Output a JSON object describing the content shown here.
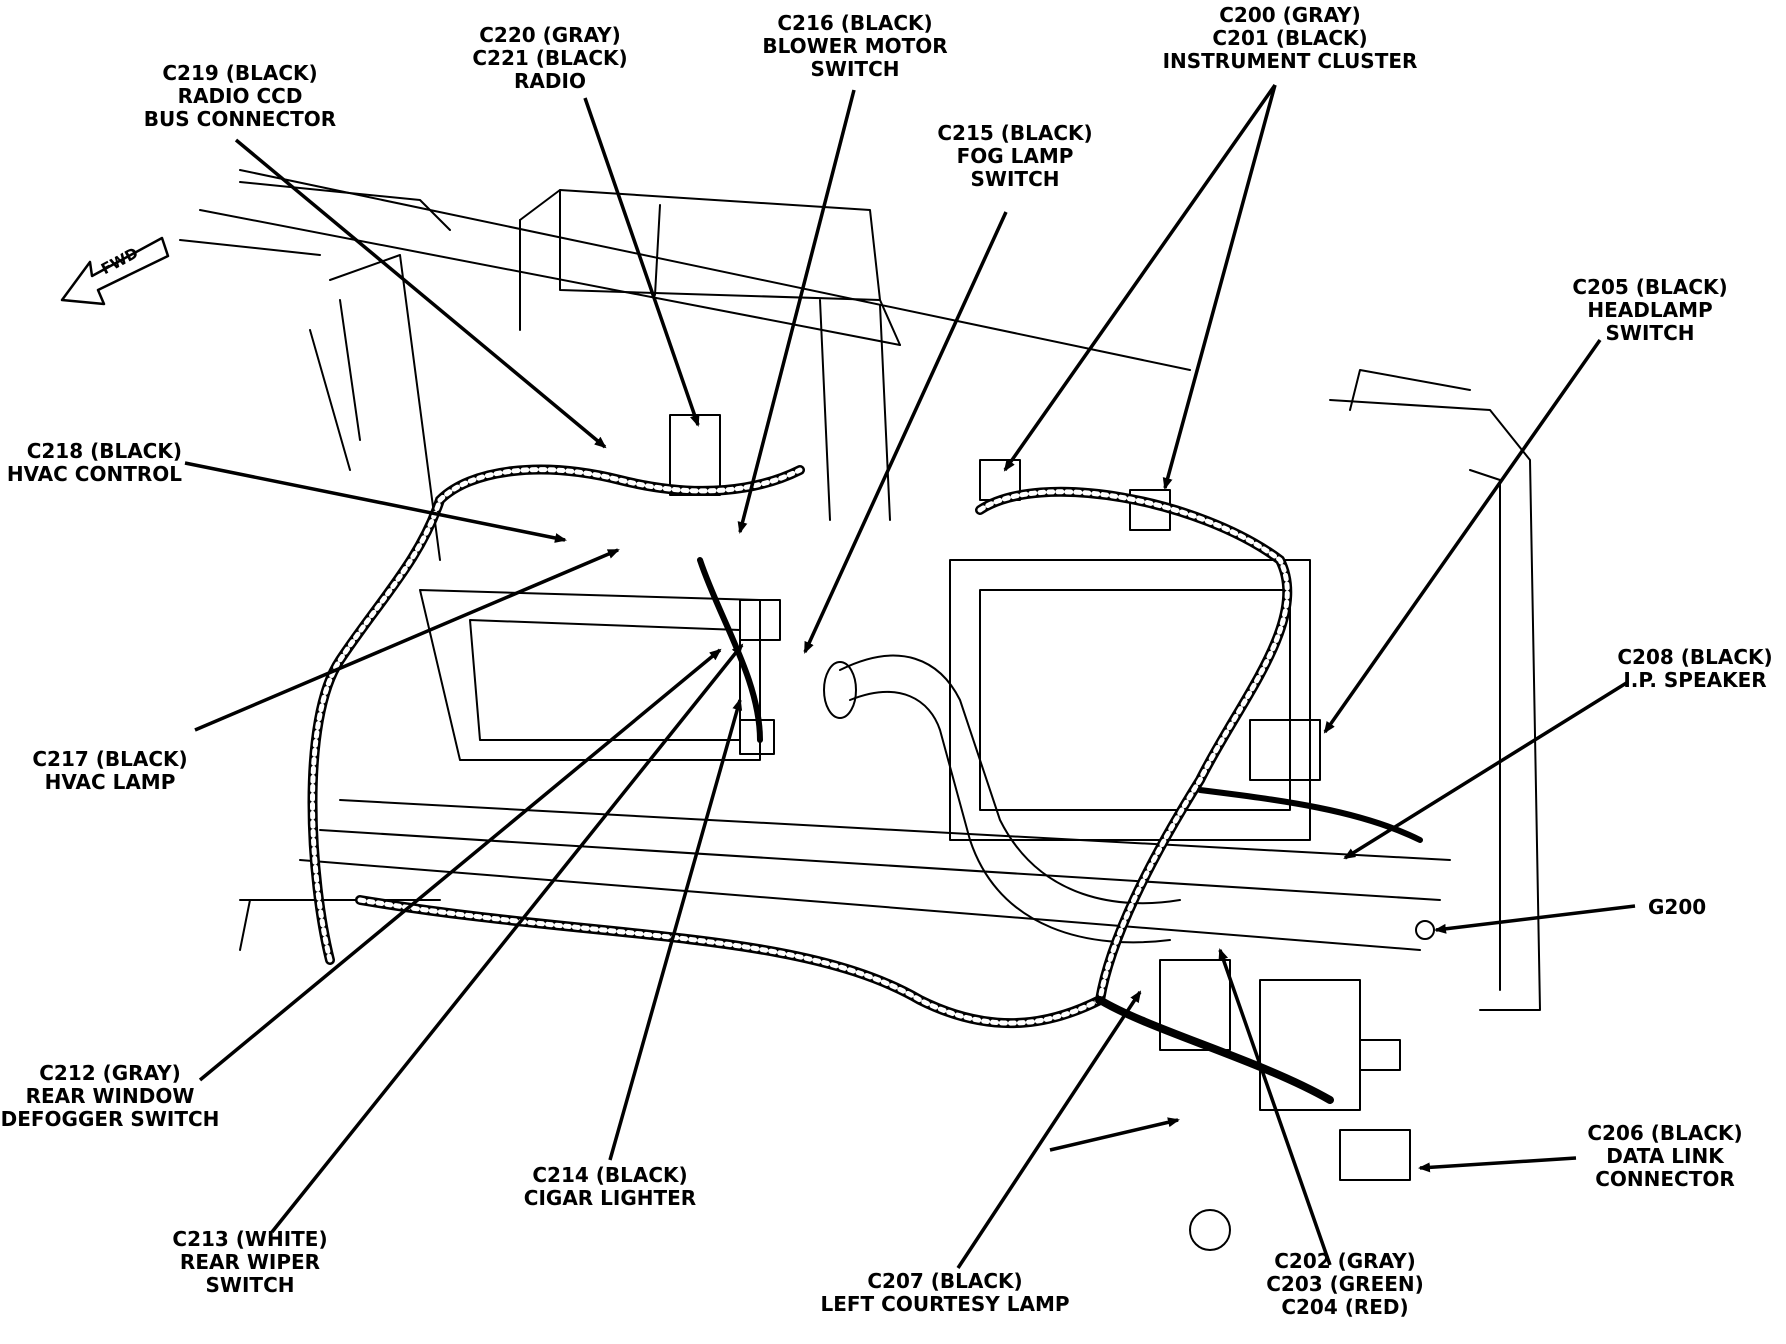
{
  "direction": "FWD",
  "labels": {
    "c219": [
      "C219 (BLACK)",
      "RADIO CCD",
      "BUS CONNECTOR"
    ],
    "c220": [
      "C220 (GRAY)",
      "C221 (BLACK)",
      "RADIO"
    ],
    "c216": [
      "C216 (BLACK)",
      "BLOWER MOTOR",
      "SWITCH"
    ],
    "c215": [
      "C215 (BLACK)",
      "FOG LAMP",
      "SWITCH"
    ],
    "c200": [
      "C200 (GRAY)",
      "C201 (BLACK)",
      "INSTRUMENT CLUSTER"
    ],
    "c205": [
      "C205 (BLACK)",
      "HEADLAMP",
      "SWITCH"
    ],
    "c218": [
      "C218 (BLACK)",
      "HVAC CONTROL"
    ],
    "c217": [
      "C217 (BLACK)",
      "HVAC LAMP"
    ],
    "c208": [
      "C208 (BLACK)",
      "I.P. SPEAKER"
    ],
    "g200": [
      "G200"
    ],
    "c212": [
      "C212 (GRAY)",
      "REAR WINDOW",
      "DEFOGGER SWITCH"
    ],
    "c206": [
      "C206 (BLACK)",
      "DATA LINK",
      "CONNECTOR"
    ],
    "c214": [
      "C214 (BLACK)",
      "CIGAR LIGHTER"
    ],
    "c213": [
      "C213 (WHITE)",
      "REAR WIPER",
      "SWITCH"
    ],
    "c207": [
      "C207 (BLACK)",
      "LEFT COURTESY LAMP"
    ],
    "c202": [
      "C202 (GRAY)",
      "C203 (GREEN)",
      "C204 (RED)"
    ]
  }
}
